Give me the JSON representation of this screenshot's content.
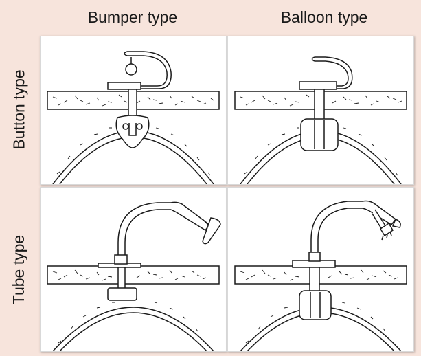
{
  "columns": {
    "bumper": "Bumper type",
    "balloon": "Balloon type"
  },
  "rows": {
    "button": "Button type",
    "tube": "Tube type"
  },
  "colors": {
    "header_bg": "#f7e4dc",
    "panel_bg": "#ffffff",
    "stroke": "#1a1a1a"
  }
}
